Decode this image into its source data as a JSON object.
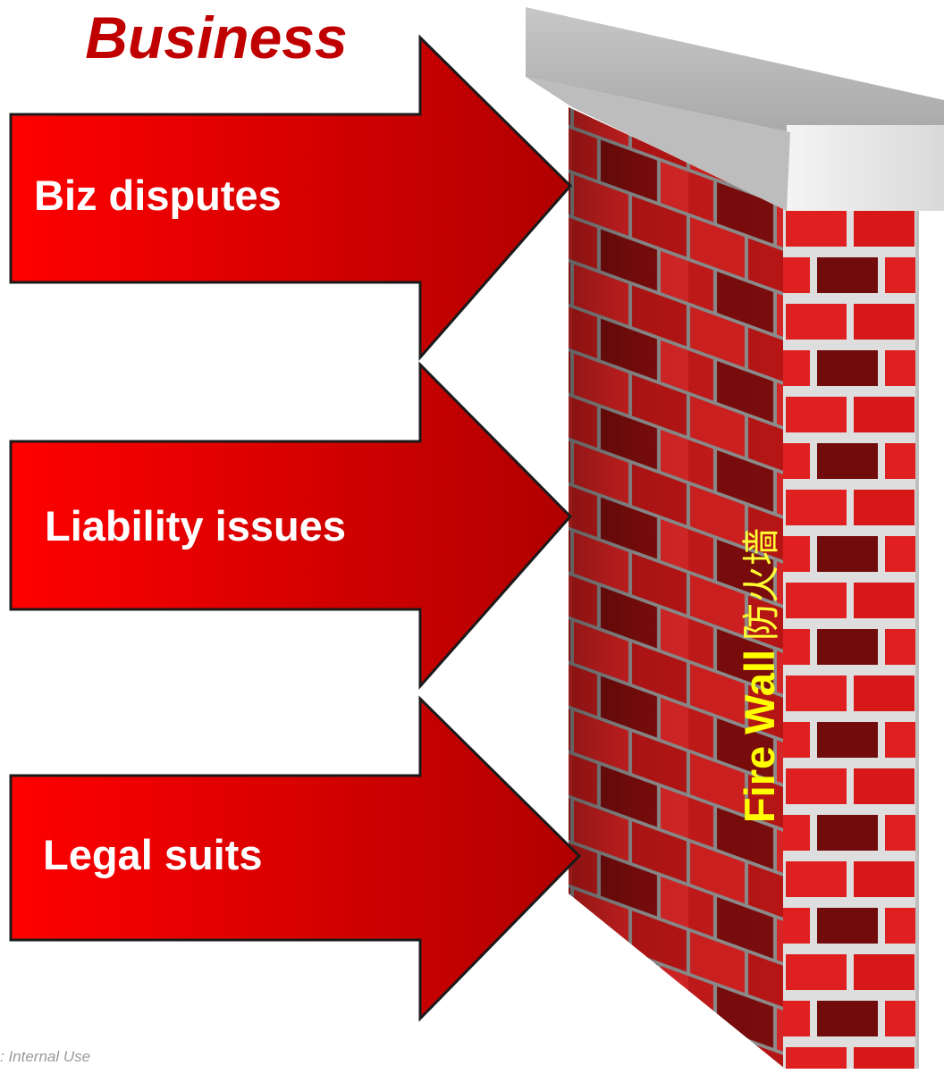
{
  "title": "Business",
  "arrows": [
    {
      "label": "Biz disputes"
    },
    {
      "label": "Liability issues"
    },
    {
      "label": "Legal suits"
    }
  ],
  "wall": {
    "label_en": "Fire Wall",
    "label_cn": "防火墙"
  },
  "footer": {
    "text": ": Internal Use"
  },
  "colors": {
    "title": "#c00000",
    "arrow_light": "#ff0000",
    "arrow_dark": "#b00000",
    "brick": "#cc1c1c",
    "brick_dark": "#6e0a0a",
    "mortar": "#9a9a9a",
    "wall_cap": "#d8d8d8",
    "wall_label": "#ffff00"
  }
}
